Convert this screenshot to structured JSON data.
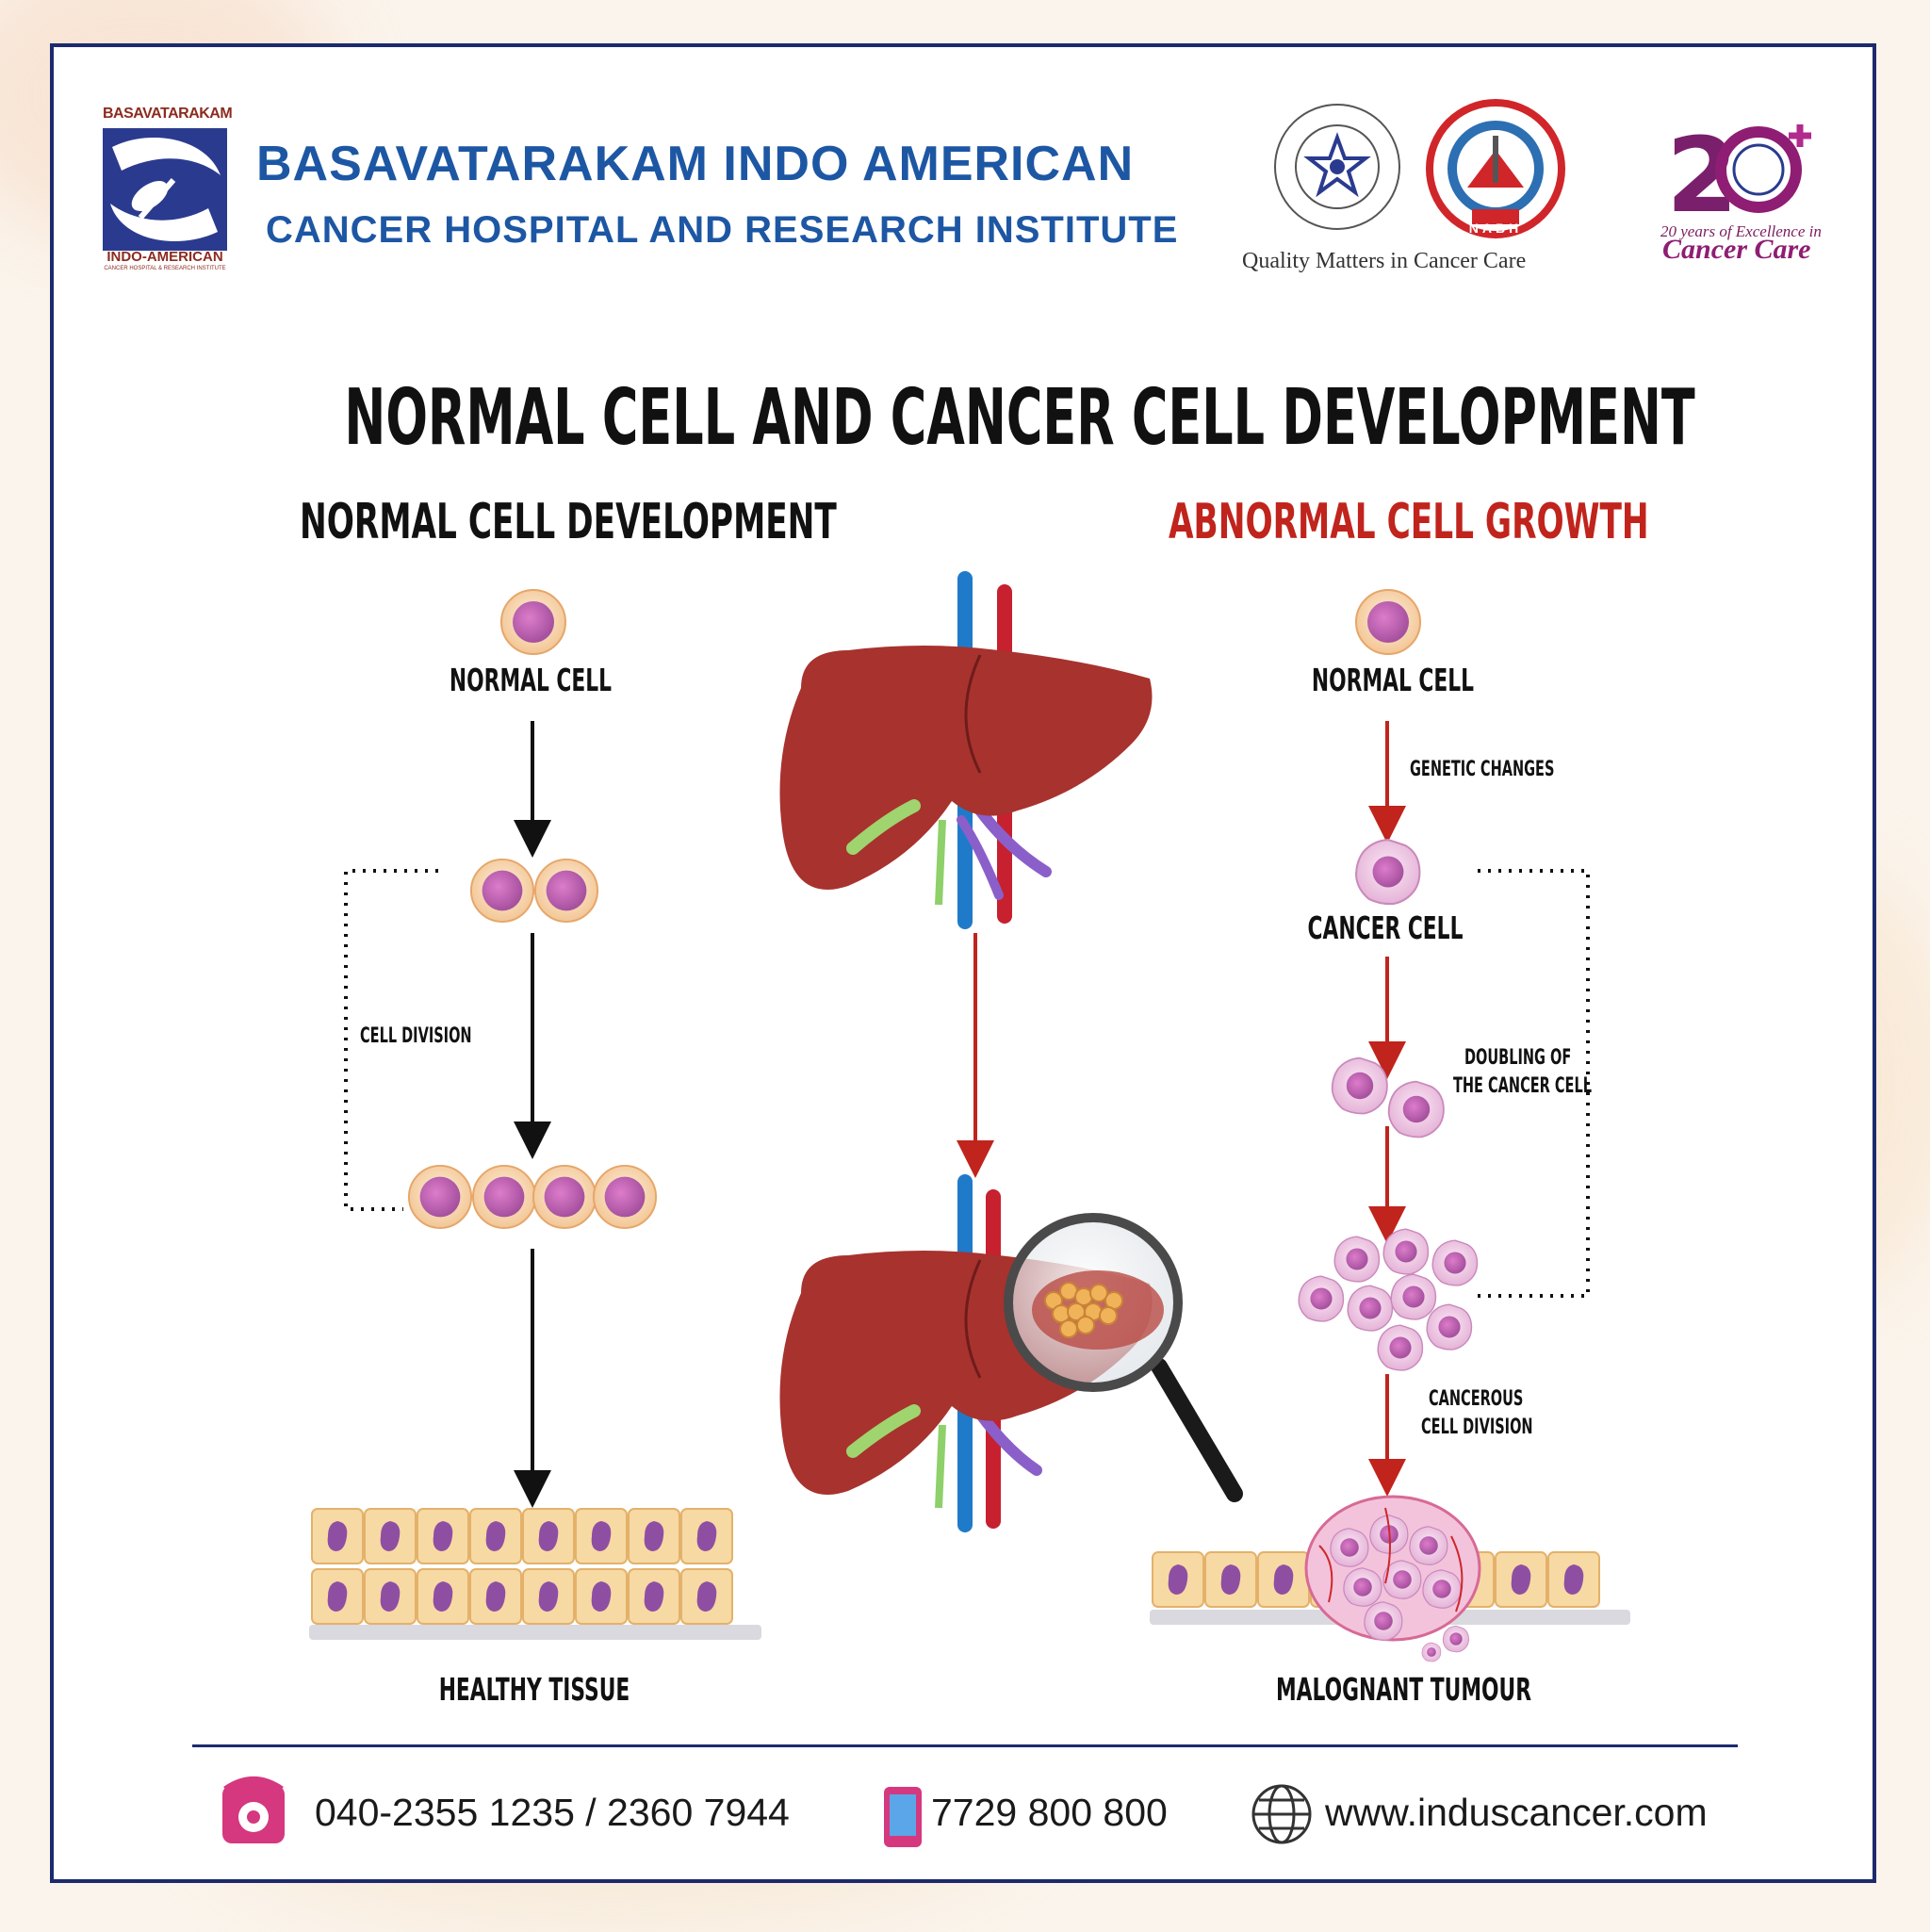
{
  "header": {
    "logo_top": "BASAVATARAKAM",
    "logo_bottom": "INDO-AMERICAN",
    "logo_sub": "CANCER HOSPITAL & RESEARCH INSTITUTE",
    "hospital_line1": "BASAVATARAKAM INDO AMERICAN",
    "hospital_line2": "CANCER HOSPITAL AND RESEARCH INSTITUTE",
    "accreditation_tagline": "Quality Matters in Cancer Care",
    "nabh_badge": "NABH",
    "anniversary_line1": "20 years of Excellence in",
    "anniversary_line2": "Cancer Care"
  },
  "title": "NORMAL CELL AND CANCER CELL DEVELOPMENT",
  "left": {
    "heading": "NORMAL CELL DEVELOPMENT",
    "normal_cell": "NORMAL CELL",
    "cell_division": "CELL DIVISION",
    "healthy_tissue": "HEALTHY TISSUE"
  },
  "right": {
    "heading": "ABNORMAL CELL GROWTH",
    "normal_cell": "NORMAL CELL",
    "genetic_changes": "GENETIC CHANGES",
    "cancer_cell": "CANCER CELL",
    "doubling_line1": "DOUBLING OF",
    "doubling_line2": "THE CANCER CELL",
    "cancerous_line1": "CANCEROUS",
    "cancerous_line2": "CELL DIVISION",
    "malignant": "MALOGNANT TUMOUR"
  },
  "footer": {
    "phone": "040-2355 1235 / 2360 7944",
    "mobile": "7729 800 800",
    "website": "www.induscancer.com"
  },
  "colors": {
    "brand_blue": "#1d57a4",
    "frame_navy": "#1c2a6e",
    "alert_red": "#c0241c",
    "liver": "#a8322e",
    "cell_purple": "#a6519e"
  }
}
